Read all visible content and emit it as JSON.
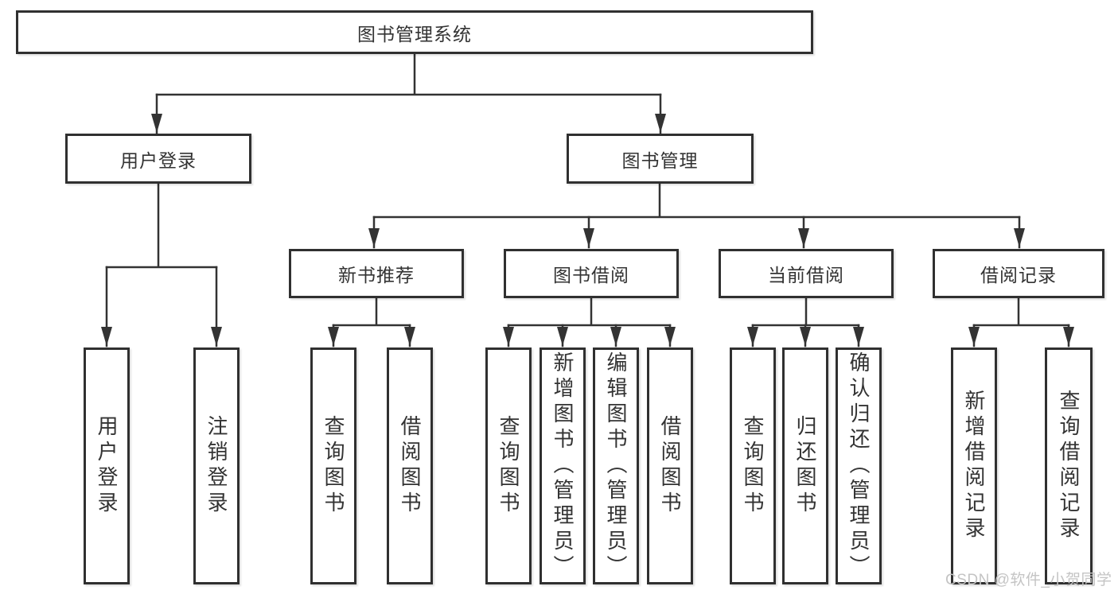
{
  "nodes": {
    "root": {
      "label": "图书管理系统"
    },
    "branches": [
      {
        "label": "用户登录",
        "children": [
          {
            "label": "用户登录"
          },
          {
            "label": "注销登录"
          }
        ]
      },
      {
        "label": "图书管理",
        "children": [
          {
            "label": "新书推荐",
            "children": [
              {
                "label": "查询图书"
              },
              {
                "label": "借阅图书"
              }
            ]
          },
          {
            "label": "图书借阅",
            "children": [
              {
                "label": "查询图书"
              },
              {
                "label": "新增图书（管理员）"
              },
              {
                "label": "编辑图书（管理员）"
              },
              {
                "label": "借阅图书"
              }
            ]
          },
          {
            "label": "当前借阅",
            "children": [
              {
                "label": "查询图书"
              },
              {
                "label": "归还图书"
              },
              {
                "label": "确认归还（管理员）"
              }
            ]
          },
          {
            "label": "借阅记录",
            "children": [
              {
                "label": "新增借阅记录"
              },
              {
                "label": "查询借阅记录"
              }
            ]
          }
        ]
      }
    ]
  },
  "watermark": {
    "text": "CSDN @软件_小贺同学"
  },
  "appearance": {
    "line_color": "#333333",
    "box_border_color": "#303030",
    "text_color": "#333333",
    "watermark_color": "#c4c4c4",
    "background": "#ffffff"
  }
}
